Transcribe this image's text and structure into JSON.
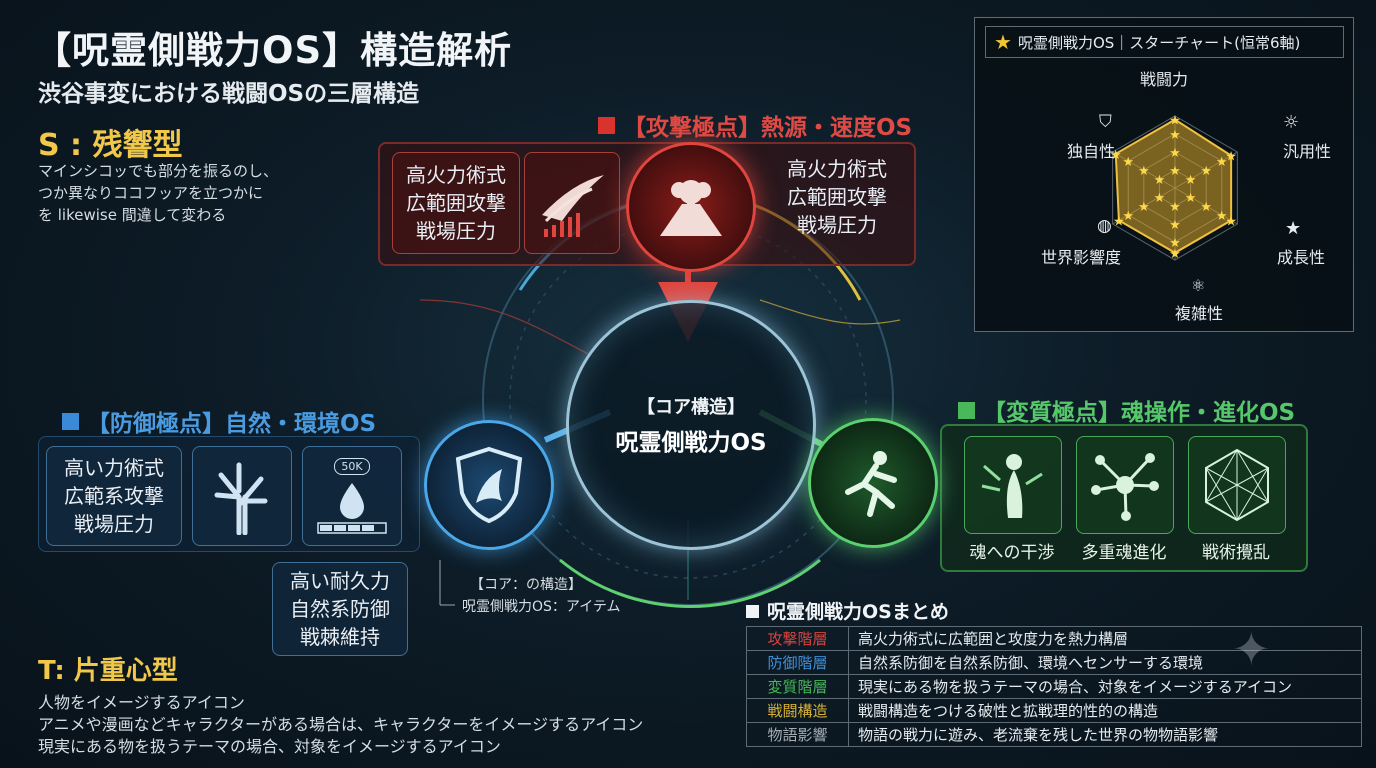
{
  "title": "【呪霊側戦力OS】構造解析",
  "subtitle": "渋谷事変における戦闘OSの三層構造",
  "left_top": {
    "heading": "S : 残響型",
    "lines": [
      "マインシコッでも部分を振るのし、",
      "つか異なりココフッアを立つかに",
      "を likewise 間違して変わる"
    ]
  },
  "left_bottom": {
    "heading": "T: 片重心型",
    "lines": [
      "人物をイメージするアイコン",
      "アニメや漫画などキャラクターがある場合は、キャラクターをイメージするアイコン",
      "現実にある物を扱うテーマの場合、対象をイメージするアイコン"
    ]
  },
  "attack": {
    "header": "【攻撃極点】熱源・速度OS",
    "left_lines": [
      "高火力術式",
      "広範囲攻撃",
      "戦場圧力"
    ],
    "right_lines": [
      "高火力術式",
      "広範囲攻撃",
      "戦場圧力"
    ],
    "icon": "volcano-icon",
    "color": "#e0453e"
  },
  "defense": {
    "header": "【防御極点】自然・環境OS",
    "left_lines": [
      "高い力術式",
      "広範系攻撃",
      "戦場圧力"
    ],
    "bottom_lines": [
      "高い耐久力",
      "自然系防御",
      "戦棘維持"
    ],
    "gauge_label": "50K",
    "icon": "shield-icon",
    "color": "#3f8fd6"
  },
  "transform": {
    "header": "【変質極点】魂操作・進化OS",
    "items": [
      {
        "label": "魂への干渉",
        "icon": "soul-figure-icon"
      },
      {
        "label": "多重魂進化",
        "icon": "node-network-icon"
      },
      {
        "label": "戦術攪乱",
        "icon": "mesh-icon"
      }
    ],
    "icon": "running-figure-icon",
    "color": "#3fbf55"
  },
  "core": {
    "line1": "【コア構造】",
    "line2": "呪霊側戦力OS"
  },
  "core_note": {
    "line1": "【コア：の構造】",
    "line2": "呪霊側戦力OS：アイテム"
  },
  "star_chart": {
    "title": "呪霊側戦力OS｜スターチャート(恒常6軸)",
    "star_icon": "star-icon"
  },
  "chart_data": {
    "type": "radar",
    "title": "呪霊側戦力OS｜スターチャート(恒常6軸)",
    "axes": [
      "戦闘力",
      "汎用性",
      "成長性",
      "複雑性",
      "世界影響度",
      "独自性"
    ],
    "values": [
      0.95,
      0.9,
      0.9,
      0.9,
      0.9,
      0.95
    ],
    "range": [
      0,
      1
    ],
    "rings": 4,
    "color": "#d9a62a"
  },
  "summary": {
    "title": "呪霊側戦力OSまとめ",
    "rows": [
      {
        "key": "攻撃階層",
        "value": "高火力術式に広範囲と攻度力を熱力構層",
        "color": "#d9443c"
      },
      {
        "key": "防御階層",
        "value": "自然系防御を自然系防御、環境へセンサーする環境",
        "color": "#3f8fd6"
      },
      {
        "key": "変質階層",
        "value": "現実にある物を扱うテーマの場合、対象をイメージするアイコン",
        "color": "#46b857"
      },
      {
        "key": "戦闘構造",
        "value": "戦闘構造をつける破性と拡戦理的性的の構造",
        "color": "#d6b036"
      },
      {
        "key": "物語影響",
        "value": "物語の戦力に遊み、老流棄を残した世界の物物語影響",
        "color": "#a6adb3"
      }
    ]
  }
}
